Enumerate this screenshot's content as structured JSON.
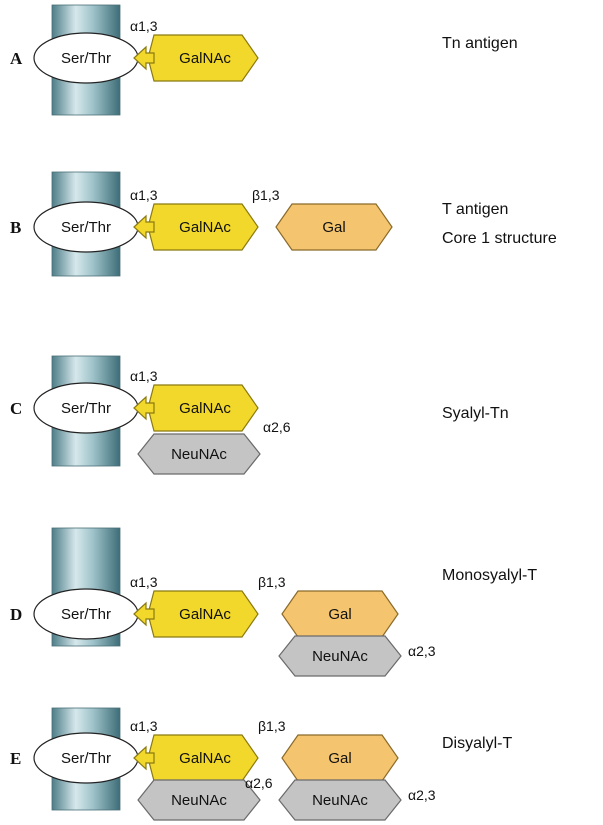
{
  "panels": [
    {
      "letter": "A",
      "ser": "Ser/Thr",
      "galnac": "GalNAc",
      "link1": "α1,3",
      "title_lines": [
        "Tn antigen"
      ]
    },
    {
      "letter": "B",
      "ser": "Ser/Thr",
      "galnac": "GalNAc",
      "link1": "α1,3",
      "link2": "β1,3",
      "gal": "Gal",
      "title_lines": [
        "T antigen",
        "Core 1 structure"
      ]
    },
    {
      "letter": "C",
      "ser": "Ser/Thr",
      "galnac": "GalNAc",
      "link1": "α1,3",
      "neu1": "NeuNAc",
      "link_neu1": "α2,6",
      "title_lines": [
        "Syalyl-Tn"
      ]
    },
    {
      "letter": "D",
      "ser": "Ser/Thr",
      "galnac": "GalNAc",
      "link1": "α1,3",
      "link2": "β1,3",
      "gal": "Gal",
      "neu2": "NeuNAc",
      "link_neu2": "α2,3",
      "title_lines": [
        "Monosyalyl-T"
      ]
    },
    {
      "letter": "E",
      "ser": "Ser/Thr",
      "galnac": "GalNAc",
      "link1": "α1,3",
      "link2": "β1,3",
      "gal": "Gal",
      "neu1": "NeuNAc",
      "link_neu1": "α2,6",
      "neu2": "NeuNAc",
      "link_neu2": "α2,3",
      "title_lines": [
        "Disyalyl-T"
      ]
    }
  ],
  "colors": {
    "galnac_fill": "#f2d82a",
    "galnac_stroke": "#8a7a10",
    "gal_fill": "#f5c46e",
    "gal_stroke": "#8a6a2a",
    "neu_fill": "#c4c4c4",
    "neu_stroke": "#6a6a6a",
    "column_light": "#d8e8ec",
    "column_dark": "#5f8f98"
  }
}
